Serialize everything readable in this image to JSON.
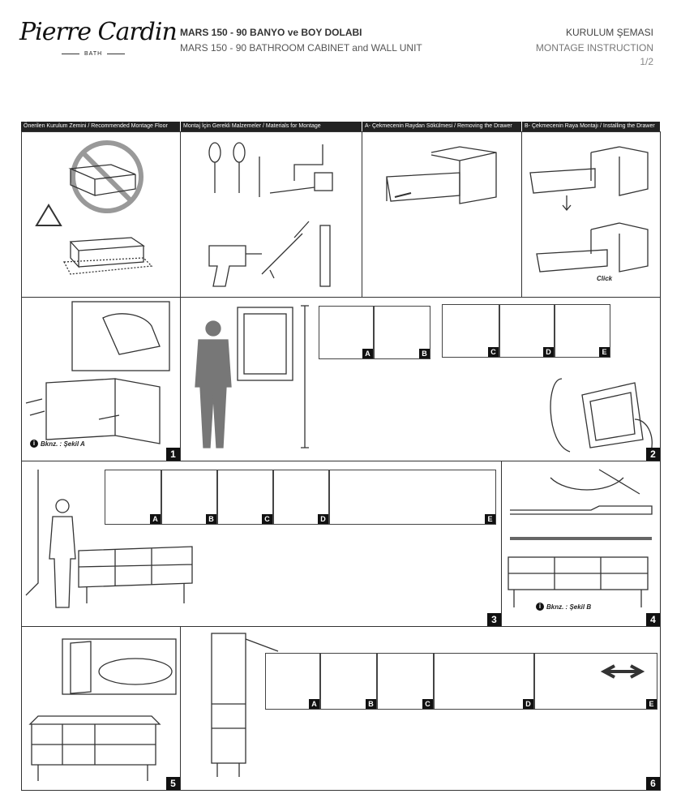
{
  "header": {
    "brand": "Pierre Cardin",
    "brand_sub": "BATH",
    "title_tr": "MARS 150 - 90 BANYO ve BOY DOLABI",
    "title_en": "MARS 150 - 90 BATHROOM CABINET and WALL UNIT",
    "doc_tr": "KURULUM ŞEMASI",
    "doc_en": "MONTAGE INSTRUCTION",
    "page": "1/2"
  },
  "sections": [
    "Önerilen Kurulum Zemini / Recommended Montage Floor",
    "Montaj İçin Gerekli Malzemeler / Materials for Montage",
    "A- Çekmecenin Raydan Sökülmesi / Removing the Drawer",
    "B- Çekmecenin Raya Montajı / Installing the Drawer"
  ],
  "click_label": "Click",
  "notes": {
    "a": "Bknz. : Şekil A",
    "b": "Bknz. : Şekil B"
  },
  "steps": [
    "1",
    "2",
    "3",
    "4",
    "5",
    "6"
  ],
  "letters": [
    "A",
    "B",
    "C",
    "D",
    "E"
  ]
}
